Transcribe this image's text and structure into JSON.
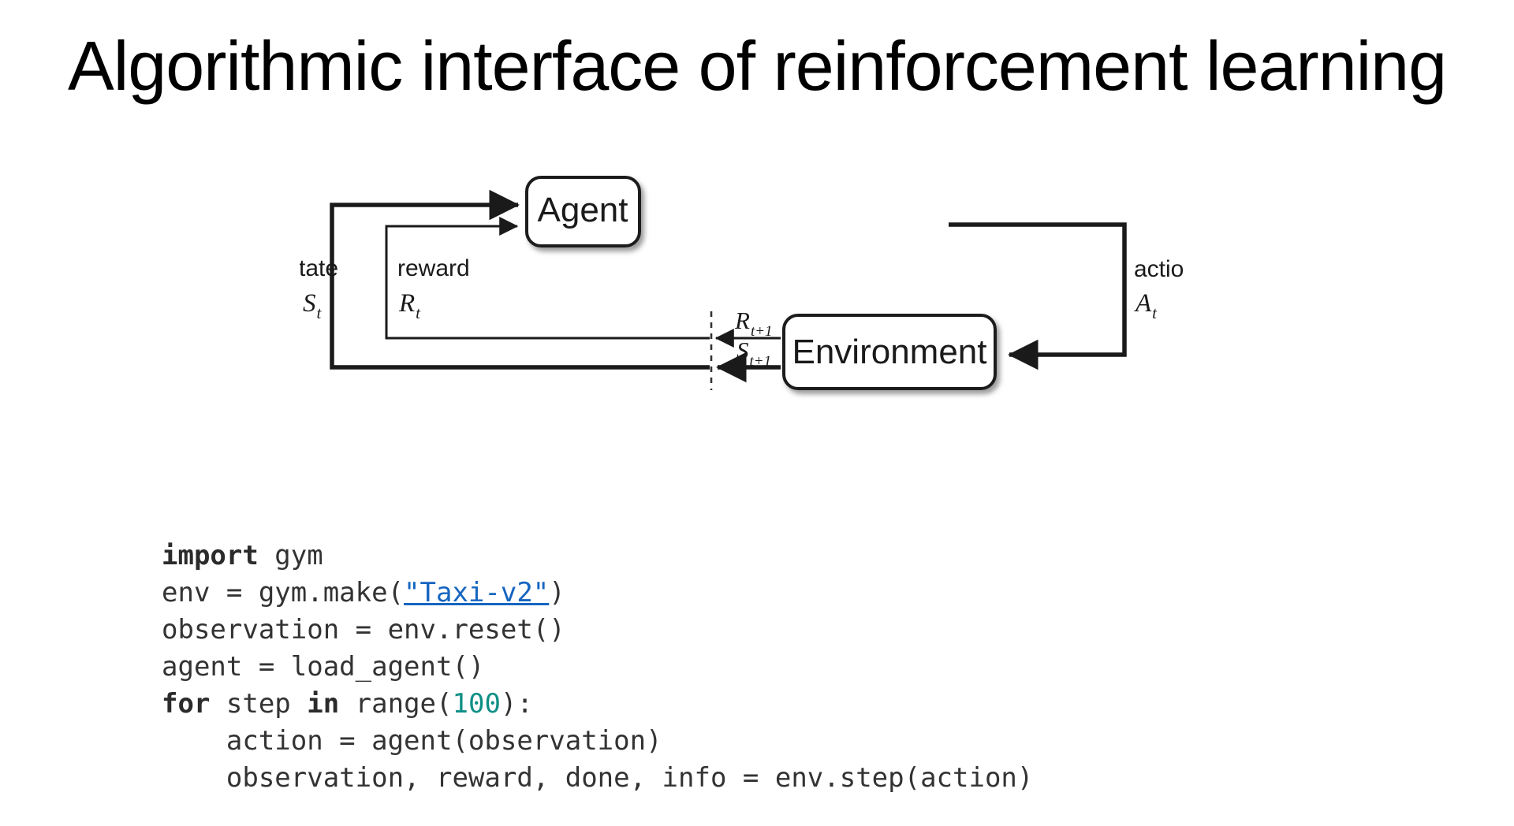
{
  "slide": {
    "title": "Algorithmic interface of reinforcement learning",
    "background_color": "#ffffff"
  },
  "diagram": {
    "name": "agent-environment-interaction-loop",
    "nodes": [
      {
        "id": "agent",
        "label": "Agent"
      },
      {
        "id": "environment",
        "label": "Environment"
      }
    ],
    "edge_labels": {
      "state_word": "state",
      "state_symbol": "S",
      "state_subscript": "t",
      "reward_word": "reward",
      "reward_symbol": "R",
      "reward_subscript": "t",
      "action_word": "action",
      "action_symbol": "A",
      "action_subscript": "t",
      "reward_next_symbol": "R",
      "reward_next_subscript": "t+1",
      "state_next_symbol": "S",
      "state_next_subscript": "t+1"
    },
    "stroke_color": "#1a1a1a",
    "node_fill": "#ffffff"
  },
  "code": {
    "language": "python",
    "link_color": "#1565c0",
    "number_color": "#0f8f86",
    "text_color": "#333333",
    "lines": [
      {
        "id": "line-1",
        "tokens": [
          {
            "t": "import",
            "style": "kw"
          },
          {
            "t": " gym",
            "style": "plain"
          }
        ]
      },
      {
        "id": "line-2",
        "tokens": [
          {
            "t": "env = gym.make(",
            "style": "plain"
          },
          {
            "t": "\"Taxi-v2\"",
            "style": "link"
          },
          {
            "t": ")",
            "style": "plain"
          }
        ]
      },
      {
        "id": "line-3",
        "tokens": [
          {
            "t": "observation = env.reset()",
            "style": "plain"
          }
        ]
      },
      {
        "id": "line-4",
        "tokens": [
          {
            "t": "agent = load_agent()",
            "style": "plain"
          }
        ]
      },
      {
        "id": "line-5",
        "tokens": [
          {
            "t": "for",
            "style": "kw"
          },
          {
            "t": " step ",
            "style": "plain"
          },
          {
            "t": "in",
            "style": "kw"
          },
          {
            "t": " range(",
            "style": "plain"
          },
          {
            "t": "100",
            "style": "num"
          },
          {
            "t": "):",
            "style": "plain"
          }
        ]
      },
      {
        "id": "line-6",
        "tokens": [
          {
            "t": "    action = agent(observation)",
            "style": "plain"
          }
        ]
      },
      {
        "id": "line-7",
        "tokens": [
          {
            "t": "    observation, reward, done, info = env.step(action)",
            "style": "plain"
          }
        ]
      }
    ]
  }
}
